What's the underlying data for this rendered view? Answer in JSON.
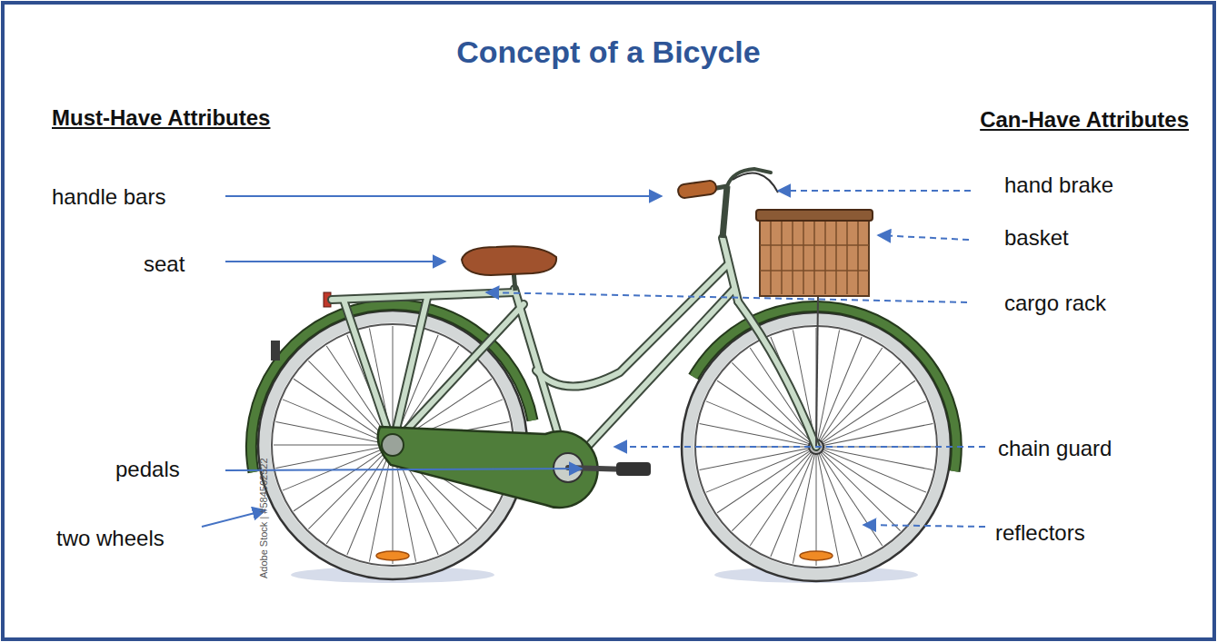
{
  "diagram": {
    "title": "Concept of a Bicycle",
    "labels": [
      "Must-Have Attributes",
      "Can-Have Attributes",
      "handle bars",
      "seat",
      "pedals",
      "two wheels",
      "hand brake",
      "basket",
      "cargo rack",
      "chain guard",
      "reflectors",
      "Adobe Stock | #584562522"
    ]
  }
}
